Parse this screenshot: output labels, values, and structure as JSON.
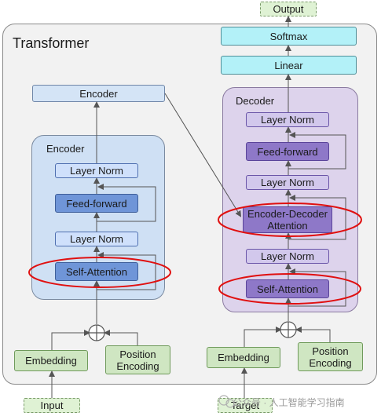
{
  "diagram": {
    "title": "Transformer",
    "encoder_group_label": "Encoder",
    "decoder_group_label": "Decoder",
    "encoder_output_label": "Encoder",
    "encoder_layers": {
      "layer_norm_top": "Layer Norm",
      "feed_forward": "Feed-forward",
      "layer_norm_mid": "Layer Norm",
      "self_attention": "Self-Attention"
    },
    "decoder_layers": {
      "layer_norm_top": "Layer Norm",
      "feed_forward": "Feed-forward",
      "layer_norm_upper_mid": "Layer Norm",
      "cross_attention_line1": "Encoder-Decoder",
      "cross_attention_line2": "Attention",
      "layer_norm_lower_mid": "Layer Norm",
      "self_attention": "Self-Attention"
    },
    "softmax": "Softmax",
    "linear": "Linear",
    "output": "Output",
    "input_side": {
      "embedding": "Embedding",
      "position_line1": "Position",
      "position_line2": "Encoding",
      "input": "Input"
    },
    "target_side": {
      "embedding": "Embedding",
      "position_line1": "Position",
      "position_line2": "Encoding",
      "target": "Target"
    },
    "watermark": "公众号 · 人工智能学习指南",
    "colors": {
      "encoder_group": "#cfe0f4",
      "decoder_group": "#ddd3ec",
      "highlight_ellipse": "#e01010",
      "top_blocks": "#b3f1f8",
      "embedding_blocks": "#cfe6c2"
    }
  }
}
